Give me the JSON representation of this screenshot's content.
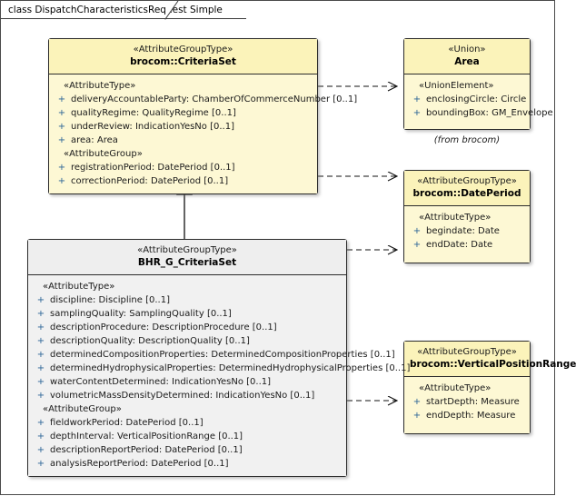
{
  "diagram": {
    "frame_label": "class DispatchCharacteristicsRequest Simple",
    "colors": {
      "external_fill": "#fdf8d4",
      "external_header": "#fbf3ba",
      "local_fill": "#f1f1f1",
      "local_header": "#eeeeee",
      "border": "#2b2b2b",
      "visibility": "#2a6496"
    }
  },
  "classes": {
    "criteria_set": {
      "stereotype": "«AttributeGroupType»",
      "name": "brocom::CriteriaSet",
      "groups": [
        {
          "label": "«AttributeType»",
          "attributes": [
            {
              "visibility": "+",
              "signature": "deliveryAccountableParty: ChamberOfCommerceNumber [0..1]"
            },
            {
              "visibility": "+",
              "signature": "qualityRegime: QualityRegime [0..1]"
            },
            {
              "visibility": "+",
              "signature": "underReview: IndicationYesNo [0..1]"
            },
            {
              "visibility": "+",
              "signature": "area: Area"
            }
          ]
        },
        {
          "label": "«AttributeGroup»",
          "attributes": [
            {
              "visibility": "+",
              "signature": "registrationPeriod: DatePeriod [0..1]"
            },
            {
              "visibility": "+",
              "signature": "correctionPeriod: DatePeriod [0..1]"
            }
          ]
        }
      ]
    },
    "bhr_criteria_set": {
      "stereotype": "«AttributeGroupType»",
      "name": "BHR_G_CriteriaSet",
      "groups": [
        {
          "label": "«AttributeType»",
          "attributes": [
            {
              "visibility": "+",
              "signature": "discipline: Discipline [0..1]"
            },
            {
              "visibility": "+",
              "signature": "samplingQuality: SamplingQuality [0..1]"
            },
            {
              "visibility": "+",
              "signature": "descriptionProcedure: DescriptionProcedure [0..1]"
            },
            {
              "visibility": "+",
              "signature": "descriptionQuality: DescriptionQuality [0..1]"
            },
            {
              "visibility": "+",
              "signature": "determinedCompositionProperties: DeterminedCompositionProperties [0..1]"
            },
            {
              "visibility": "+",
              "signature": "determinedHydrophysicalProperties: DeterminedHydrophysicalProperties [0..1]"
            },
            {
              "visibility": "+",
              "signature": "waterContentDetermined: IndicationYesNo [0..1]"
            },
            {
              "visibility": "+",
              "signature": "volumetricMassDensityDetermined: IndicationYesNo [0..1]"
            }
          ]
        },
        {
          "label": "«AttributeGroup»",
          "attributes": [
            {
              "visibility": "+",
              "signature": "fieldworkPeriod: DatePeriod [0..1]"
            },
            {
              "visibility": "+",
              "signature": "depthInterval: VerticalPositionRange [0..1]"
            },
            {
              "visibility": "+",
              "signature": "descriptionReportPeriod: DatePeriod [0..1]"
            },
            {
              "visibility": "+",
              "signature": "analysisReportPeriod: DatePeriod [0..1]"
            }
          ]
        }
      ]
    },
    "area": {
      "stereotype": "«Union»",
      "name": "Area",
      "note": "(from brocom)",
      "groups": [
        {
          "label": "«UnionElement»",
          "attributes": [
            {
              "visibility": "+",
              "signature": "enclosingCircle: Circle"
            },
            {
              "visibility": "+",
              "signature": "boundingBox: GM_Envelope"
            }
          ]
        }
      ]
    },
    "date_period": {
      "stereotype": "«AttributeGroupType»",
      "name": "brocom::DatePeriod",
      "groups": [
        {
          "label": "«AttributeType»",
          "attributes": [
            {
              "visibility": "+",
              "signature": "begindate: Date"
            },
            {
              "visibility": "+",
              "signature": "endDate: Date"
            }
          ]
        }
      ]
    },
    "vertical_position_range": {
      "stereotype": "«AttributeGroupType»",
      "name": "brocom::VerticalPositionRange",
      "groups": [
        {
          "label": "«AttributeType»",
          "attributes": [
            {
              "visibility": "+",
              "signature": "startDepth: Measure"
            },
            {
              "visibility": "+",
              "signature": "endDepth: Measure"
            }
          ]
        }
      ]
    }
  },
  "connectors": [
    {
      "name": "dependency-criteriaset-to-area",
      "type": "dependency",
      "from": "brocom::CriteriaSet",
      "to": "Area"
    },
    {
      "name": "dependency-criteriaset-to-dateperiod",
      "type": "dependency",
      "from": "brocom::CriteriaSet",
      "to": "brocom::DatePeriod"
    },
    {
      "name": "dependency-bhr-to-dateperiod",
      "type": "dependency",
      "from": "BHR_G_CriteriaSet",
      "to": "brocom::DatePeriod"
    },
    {
      "name": "dependency-bhr-to-verticalpositionrange",
      "type": "dependency",
      "from": "BHR_G_CriteriaSet",
      "to": "brocom::VerticalPositionRange"
    },
    {
      "name": "generalization-bhr-to-criteriaset",
      "type": "generalization",
      "from": "BHR_G_CriteriaSet",
      "to": "brocom::CriteriaSet"
    }
  ]
}
